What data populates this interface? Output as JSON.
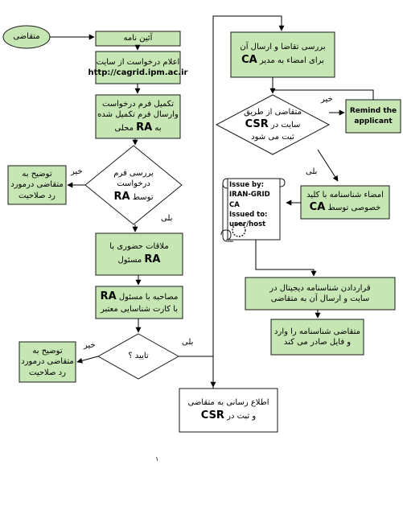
{
  "nodes": {
    "applicant": "متقاضی",
    "charter": "آئین نامه",
    "announce_line1": "اعلام درخواست از سایت",
    "announce_url": "http://cagrid.ipm.ac.ir",
    "form_line1": "تکمیل فرم درخواست",
    "form_line2": "وارسال فرم تکمیل شده",
    "form_line3_pre": "به",
    "form_line3_ra": "RA",
    "form_line3_post": "محلی",
    "review_line1": "بررسی فرم",
    "review_line2": "درخواست",
    "review_line3_pre": "توسط",
    "review_line3_ra": "RA",
    "reject1_line1": "توضیح به",
    "reject1_line2": "متقاضی درمورد",
    "reject1_line3": "رد صلاحیت",
    "meeting_line1": "ملاقات حضوری با",
    "meeting_line2_pre": "مسئول",
    "meeting_line2_ra": "RA",
    "interview_line1_pre": "مصاحبه با",
    "interview_line1_mid": "مسئول",
    "interview_line1_ra": "RA",
    "interview_line2": "با کارت شناسایی معتبر",
    "approve": "تایید ؟",
    "reject2_line1": "توضیح به",
    "reject2_line2": "متقاضی درمورد",
    "reject2_line3": "رد صلاحیت",
    "notify_line1": "اطلاع رسانی به متقاضی",
    "notify_line2_pre": "و ثبت در",
    "notify_line2_csr": "CSR",
    "ca_review_line1": "بررسی تقاضا و ارسال آن",
    "ca_review_line2_pre": "برای امضاء به مدیر",
    "ca_review_line2_ca": "CA",
    "csr_check_line1": "متقاضی از طریق",
    "csr_check_line2_pre": "سایت در",
    "csr_check_line2_csr": "CSR",
    "csr_check_line3": "ثبت می شود",
    "remind_line1": "Remind the",
    "remind_line2": "applicant",
    "sign_line1": "امضاء شناسنامه با کلید",
    "sign_line2_pre": "خصوصی توسط",
    "sign_line2_ca": "CA",
    "cert_line1": "Issue by:",
    "cert_line2": "IRAN-GRID CA",
    "cert_line3": "Issued to:",
    "cert_line4": "user/host",
    "publish_line1": "قراردادن شناسنامه دیجیتال در",
    "publish_line2": "سایت و ارسال آن به متقاضی",
    "install_line1": "متقاضی شناسنامه را وارد",
    "install_line2": "و فایل صادر می کند"
  },
  "edge_labels": {
    "no_review": "خیر",
    "yes_review": "بلی",
    "no_approve": "خیر",
    "yes_approve": "بلی",
    "no_csr": "خیر",
    "yes_csr": "بلی"
  },
  "page_number": "۱",
  "colors": {
    "green_fill": "#c6e6b3",
    "outline": "#1a1a1a",
    "line": "#000000"
  }
}
